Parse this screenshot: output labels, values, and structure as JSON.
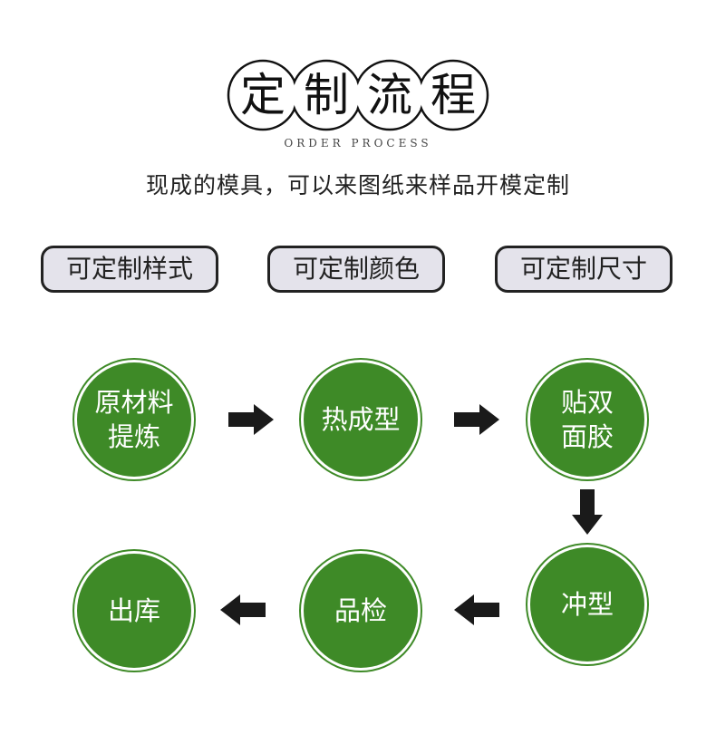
{
  "header": {
    "title_chars": [
      "定",
      "制",
      "流",
      "程"
    ],
    "subtitle": "ORDER PROCESS",
    "intro": "现成的模具，可以来图纸来样品开模定制"
  },
  "options": [
    "可定制样式",
    "可定制颜色",
    "可定制尺寸"
  ],
  "steps": {
    "s1": "原材料\n提炼",
    "s2": "热成型",
    "s3": "贴双\n面胶",
    "s4": "冲型",
    "s5": "品检",
    "s6": "出库"
  },
  "colors": {
    "circle_fill": "#3e8a27",
    "pill_fill": "#e4e3eb",
    "arrow": "#1a1a1a"
  }
}
